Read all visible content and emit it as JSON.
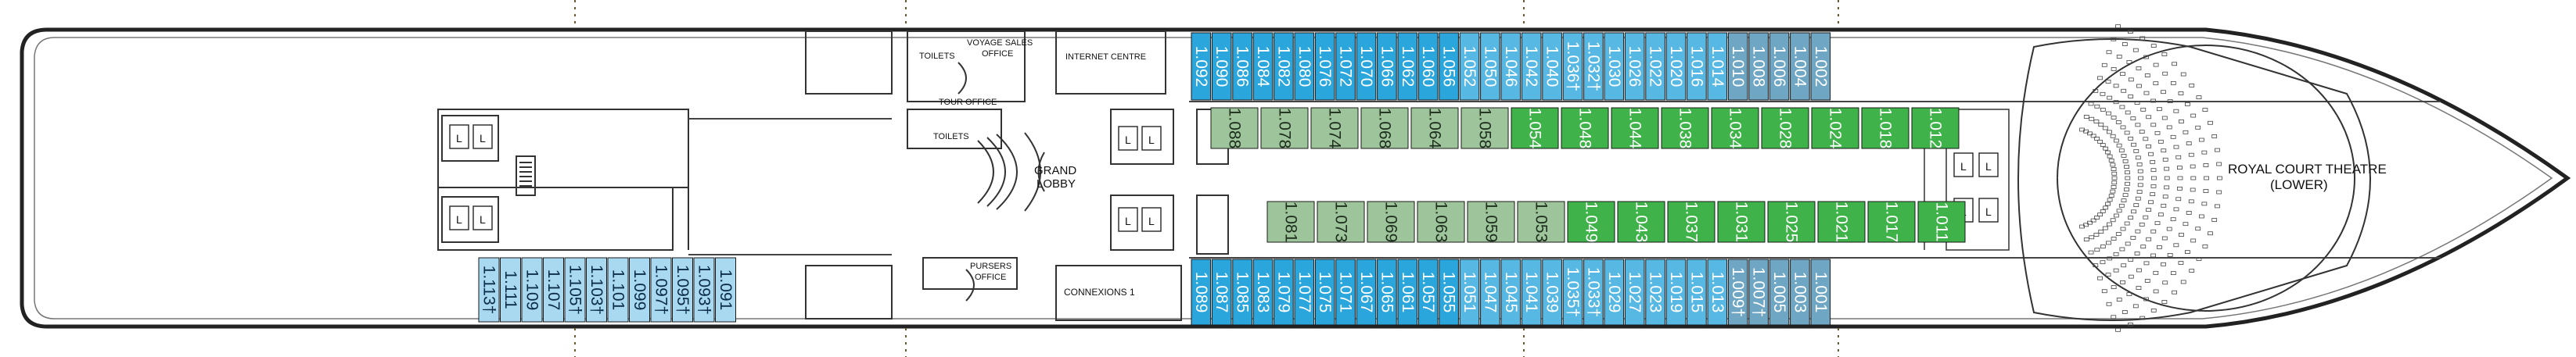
{
  "rooms": {
    "toilets_top": "TOILETS",
    "voyage_sales_1": "VOYAGE SALES",
    "voyage_sales_2": "OFFICE",
    "tour_office": "TOUR OFFICE",
    "internet_centre": "INTERNET CENTRE",
    "toilets_mid": "TOILETS",
    "grand_lobby_1": "GRAND",
    "grand_lobby_2": "LOBBY",
    "pursers_1": "PURSERS",
    "pursers_2": "OFFICE",
    "connexions": "CONNEXIONS 1",
    "theatre_1": "ROYAL COURT THEATRE",
    "theatre_2": "(LOWER)",
    "lift": "L"
  },
  "colors": {
    "blue_bright": "#2aa6dc",
    "blue_mid": "#58b8e4",
    "blue_light": "#a9d8f1",
    "blue_steel": "#6fa6c4",
    "green": "#3fb34a",
    "sage": "#9ec49b",
    "hull": "#222222"
  },
  "cabins": {
    "top_row": [
      {
        "label": "1.092",
        "tone": "bright"
      },
      {
        "label": "1.090",
        "tone": "bright"
      },
      {
        "label": "1.086",
        "tone": "bright"
      },
      {
        "label": "1.084",
        "tone": "bright"
      },
      {
        "label": "1.082",
        "tone": "bright"
      },
      {
        "label": "1.080",
        "tone": "bright"
      },
      {
        "label": "1.076",
        "tone": "bright"
      },
      {
        "label": "1.072",
        "tone": "bright"
      },
      {
        "label": "1.070",
        "tone": "bright"
      },
      {
        "label": "1.066",
        "tone": "bright"
      },
      {
        "label": "1.062",
        "tone": "bright"
      },
      {
        "label": "1.060",
        "tone": "bright"
      },
      {
        "label": "1.056",
        "tone": "bright"
      },
      {
        "label": "1.052",
        "tone": "mid"
      },
      {
        "label": "1.050",
        "tone": "mid"
      },
      {
        "label": "1.046",
        "tone": "mid"
      },
      {
        "label": "1.042",
        "tone": "mid"
      },
      {
        "label": "1.040",
        "tone": "mid"
      },
      {
        "label": "1.036†",
        "tone": "mid"
      },
      {
        "label": "1.032†",
        "tone": "mid"
      },
      {
        "label": "1.030",
        "tone": "mid"
      },
      {
        "label": "1.026",
        "tone": "mid"
      },
      {
        "label": "1.022",
        "tone": "mid"
      },
      {
        "label": "1.020",
        "tone": "mid"
      },
      {
        "label": "1.016",
        "tone": "mid"
      },
      {
        "label": "1.014",
        "tone": "mid"
      },
      {
        "label": "1.010",
        "tone": "steel"
      },
      {
        "label": "1.008",
        "tone": "steel"
      },
      {
        "label": "1.006",
        "tone": "steel"
      },
      {
        "label": "1.004",
        "tone": "steel"
      },
      {
        "label": "1.002",
        "tone": "steel"
      }
    ],
    "bottom_row": [
      {
        "label": "1.089",
        "tone": "bright"
      },
      {
        "label": "1.087",
        "tone": "bright"
      },
      {
        "label": "1.085",
        "tone": "bright"
      },
      {
        "label": "1.083",
        "tone": "bright"
      },
      {
        "label": "1.079",
        "tone": "bright"
      },
      {
        "label": "1.077",
        "tone": "bright"
      },
      {
        "label": "1.075",
        "tone": "bright"
      },
      {
        "label": "1.071",
        "tone": "bright"
      },
      {
        "label": "1.067",
        "tone": "bright"
      },
      {
        "label": "1.065",
        "tone": "bright"
      },
      {
        "label": "1.061",
        "tone": "bright"
      },
      {
        "label": "1.057",
        "tone": "bright"
      },
      {
        "label": "1.055",
        "tone": "bright"
      },
      {
        "label": "1.051",
        "tone": "mid"
      },
      {
        "label": "1.047",
        "tone": "mid"
      },
      {
        "label": "1.045",
        "tone": "mid"
      },
      {
        "label": "1.041",
        "tone": "mid"
      },
      {
        "label": "1.039",
        "tone": "mid"
      },
      {
        "label": "1.035†",
        "tone": "mid"
      },
      {
        "label": "1.033†",
        "tone": "mid"
      },
      {
        "label": "1.029",
        "tone": "mid"
      },
      {
        "label": "1.027",
        "tone": "mid"
      },
      {
        "label": "1.023",
        "tone": "mid"
      },
      {
        "label": "1.019",
        "tone": "mid"
      },
      {
        "label": "1.015",
        "tone": "mid"
      },
      {
        "label": "1.013",
        "tone": "mid"
      },
      {
        "label": "1.009†",
        "tone": "steel"
      },
      {
        "label": "1.007†",
        "tone": "steel"
      },
      {
        "label": "1.005",
        "tone": "steel"
      },
      {
        "label": "1.003",
        "tone": "steel"
      },
      {
        "label": "1.001",
        "tone": "steel"
      }
    ],
    "aft_row": [
      {
        "label": "1.113†",
        "tone": "light"
      },
      {
        "label": "1.111",
        "tone": "light"
      },
      {
        "label": "1.109",
        "tone": "light"
      },
      {
        "label": "1.107",
        "tone": "light"
      },
      {
        "label": "1.105†",
        "tone": "light"
      },
      {
        "label": "1.103†",
        "tone": "light"
      },
      {
        "label": "1.101",
        "tone": "light"
      },
      {
        "label": "1.099",
        "tone": "light"
      },
      {
        "label": "1.097†",
        "tone": "light"
      },
      {
        "label": "1.095†",
        "tone": "light"
      },
      {
        "label": "1.093†",
        "tone": "light"
      },
      {
        "label": "1.091",
        "tone": "light"
      }
    ],
    "inner_top": [
      {
        "label": "1.088",
        "tone": "sage"
      },
      {
        "label": "1.078",
        "tone": "sage"
      },
      {
        "label": "1.074",
        "tone": "sage"
      },
      {
        "label": "1.068",
        "tone": "sage"
      },
      {
        "label": "1.064",
        "tone": "sage"
      },
      {
        "label": "1.058",
        "tone": "sage"
      },
      {
        "label": "1.054",
        "tone": "green"
      },
      {
        "label": "1.048",
        "tone": "green"
      },
      {
        "label": "1.044",
        "tone": "green"
      },
      {
        "label": "1.038",
        "tone": "green"
      },
      {
        "label": "1.034",
        "tone": "green"
      },
      {
        "label": "1.028",
        "tone": "green"
      },
      {
        "label": "1.024",
        "tone": "green"
      },
      {
        "label": "1.018",
        "tone": "green"
      },
      {
        "label": "1.012",
        "tone": "green"
      }
    ],
    "inner_bottom": [
      {
        "label": "1.081",
        "tone": "sage"
      },
      {
        "label": "1.073",
        "tone": "sage"
      },
      {
        "label": "1.069",
        "tone": "sage"
      },
      {
        "label": "1.063",
        "tone": "sage"
      },
      {
        "label": "1.059",
        "tone": "sage"
      },
      {
        "label": "1.053",
        "tone": "sage"
      },
      {
        "label": "1.049",
        "tone": "green"
      },
      {
        "label": "1.043",
        "tone": "green"
      },
      {
        "label": "1.037",
        "tone": "green"
      },
      {
        "label": "1.031",
        "tone": "green"
      },
      {
        "label": "1.025",
        "tone": "green"
      },
      {
        "label": "1.021",
        "tone": "green"
      },
      {
        "label": "1.017",
        "tone": "green"
      },
      {
        "label": "1.011",
        "tone": "green"
      }
    ]
  }
}
